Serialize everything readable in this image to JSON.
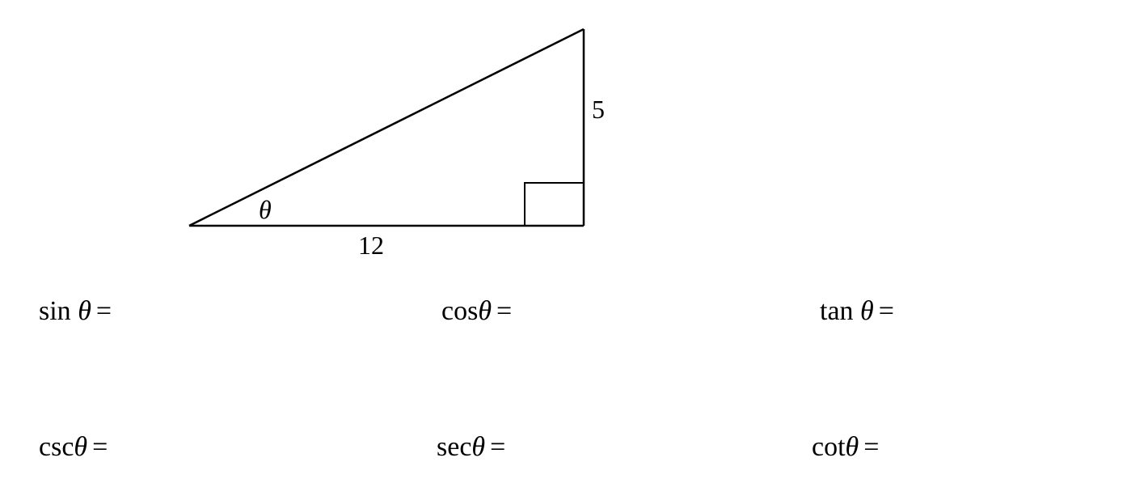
{
  "triangle": {
    "angle_label": "θ",
    "adjacent_label": "12",
    "opposite_label": "5",
    "line_color": "#000000"
  },
  "expressions": {
    "variable": "θ",
    "equals": "=",
    "sin": "sin",
    "cos": "cos",
    "tan": "tan",
    "csc": "csc",
    "sec": "sec",
    "cot": "cot"
  }
}
